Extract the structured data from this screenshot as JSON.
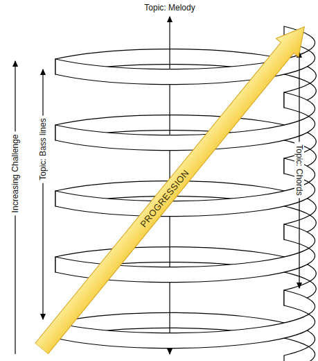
{
  "diagram": {
    "nodes": [
      {
        "text": [
          "PROGRESSION"
        ]
      }
    ],
    "labels": [
      "Topic: Melody",
      "Increasing Challenge",
      "Topic: Bass lines",
      "Topic: Chords"
    ]
  }
}
